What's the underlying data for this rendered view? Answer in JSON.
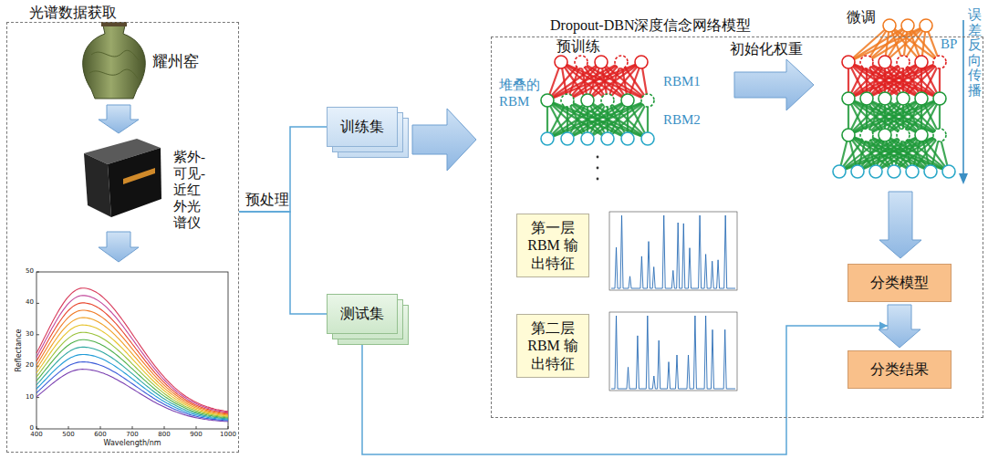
{
  "diagram": {
    "nodes": [
      {
        "text": [
          "光谱数据获取"
        ]
      },
      {
        "text": [
          "训练集"
        ]
      },
      {
        "text": [
          "测试集"
        ]
      },
      {
        "text": [
          "Dropout-DBN深度信念网络模型"
        ]
      },
      {
        "text": [
          "第一层 RBM 输出特征"
        ],
        "in": 3
      },
      {
        "text": [
          "第二层 RBM 输出特征"
        ],
        "in": 3
      },
      {
        "text": [
          "分类模型"
        ],
        "in": 3
      },
      {
        "text": [
          "分类结果"
        ],
        "in": 3
      }
    ],
    "edges": [
      {
        "from": 0,
        "to": 1,
        "arrow": "none",
        "label": "预处理"
      },
      {
        "from": 0,
        "to": 2,
        "arrow": "none"
      },
      {
        "from": 1,
        "to": 3,
        "arrow": "to"
      },
      {
        "from": 6,
        "to": 7,
        "arrow": "to"
      },
      {
        "from": 2,
        "to": 7,
        "arrow": "to"
      }
    ],
    "labels": [
      "耀州窑",
      "紫外- 可见- 近红 外光 谱仪",
      "Reflectance",
      "Wavelength/nm",
      "0",
      "10",
      "20",
      "30",
      "40",
      "50",
      "400",
      "500",
      "600",
      "700",
      "800",
      "900",
      "1000",
      "预训练",
      "堆叠的 RBM",
      "RBM1",
      "RBM2",
      "初始化权重",
      "微调",
      "BP",
      "误差反向传播"
    ]
  }
}
